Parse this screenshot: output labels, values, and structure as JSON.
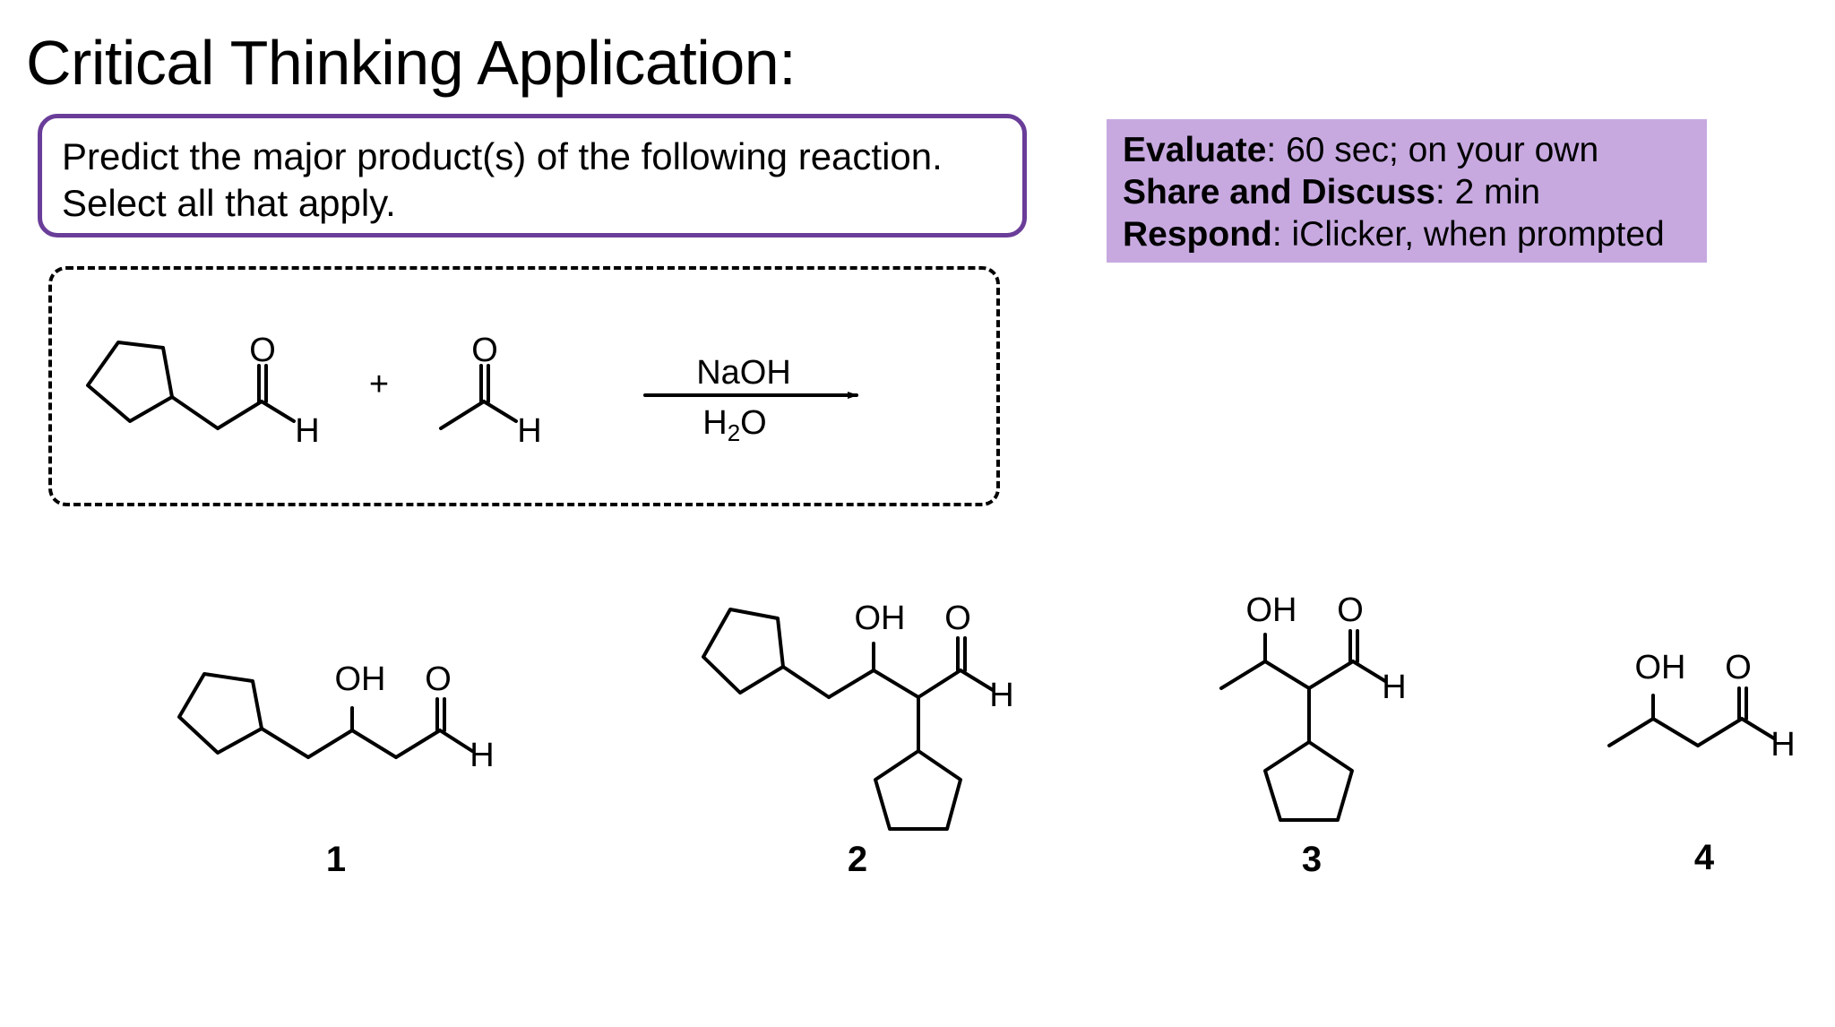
{
  "title": "Critical Thinking Application:",
  "question": {
    "line1": "Predict the major product(s) of the following reaction.",
    "line2": "Select all that apply."
  },
  "timing": {
    "evaluate_label": "Evaluate",
    "evaluate_text": ": 60 sec; on your own",
    "share_label": "Share and Discuss",
    "share_text": ": 2 min",
    "respond_label": "Respond",
    "respond_text": ": iClicker, when prompted"
  },
  "reaction": {
    "plus": "+",
    "reagent": "NaOH",
    "solvent_h": "H",
    "solvent_sub": "2",
    "solvent_o": "O"
  },
  "atoms": {
    "O": "O",
    "H": "H",
    "OH": "OH"
  },
  "choices": [
    "1",
    "2",
    "3",
    "4"
  ],
  "colors": {
    "question_border": "#6a3d99",
    "timing_bg": "#c7a9e0"
  }
}
